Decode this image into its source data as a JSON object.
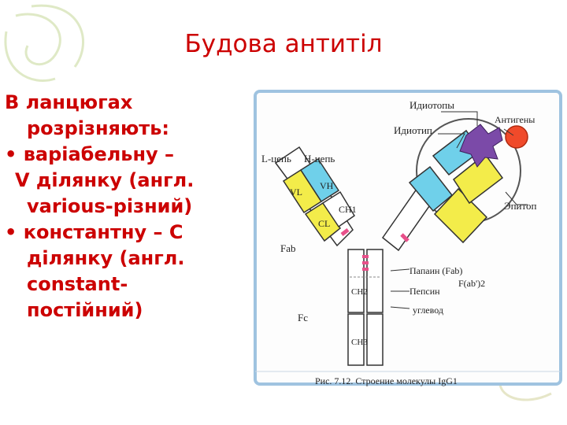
{
  "slide": {
    "title": "Будова антитіл",
    "lines": [
      "В ланцюгах",
      "розрізняють:",
      "• варіабельну –",
      "V ділянку (англ.",
      "various-різний)",
      "• константну – С",
      "ділянку (англ.",
      "constant-",
      "постійний)"
    ]
  },
  "figure": {
    "labels": {
      "idiotopes": "Идиотопы",
      "idiotype": "Идиотип",
      "antigens": "Антигены",
      "l_chain": "L-цепь",
      "h_chain": "H-цепь",
      "vl": "VL",
      "vh": "VH",
      "cl": "CL",
      "ch1": "CH1",
      "ch2": "CH2",
      "ch3": "CH3",
      "fab": "Fab",
      "fc": "Fc",
      "epitope": "Эпитоп",
      "papain": "Папаин (Fab)",
      "pepsin": "Пепсин",
      "fab2": "F(ab')2",
      "carb": "углевод"
    },
    "caption": "Рис. 7.12. Строение молекулы IgG1",
    "colors": {
      "title": "#cc0000",
      "text": "#cc0000",
      "light_chain": "#f3ec4a",
      "variable_heavy": "#6fd0ea",
      "antigen": "#7b4aa8",
      "antigen_sun": "#f04a2a",
      "hinge": "#e8508a",
      "figure_frame": "#9fc3e0"
    }
  }
}
